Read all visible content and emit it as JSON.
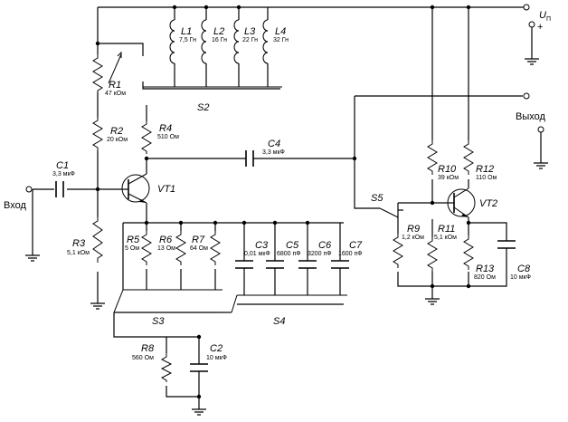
{
  "labels": {
    "supply": "U",
    "supply_sub": "П",
    "supply_plus": "+",
    "input": "Вход",
    "output": "Выход"
  },
  "components": {
    "R1": {
      "ref": "R1",
      "value": "47 кОм"
    },
    "R2": {
      "ref": "R2",
      "value": "20 кОм"
    },
    "R3": {
      "ref": "R3",
      "value": "5,1 кОм"
    },
    "R4": {
      "ref": "R4",
      "value": "510 Ом"
    },
    "R5": {
      "ref": "R5",
      "value": "5 Ом"
    },
    "R6": {
      "ref": "R6",
      "value": "13 Ом"
    },
    "R7": {
      "ref": "R7",
      "value": "64 Ом"
    },
    "R8": {
      "ref": "R8",
      "value": "560 Ом"
    },
    "R9": {
      "ref": "R9",
      "value": "1,2 кОм"
    },
    "R10": {
      "ref": "R10",
      "value": "39 кОм"
    },
    "R11": {
      "ref": "R11",
      "value": "5,1 кОм"
    },
    "R12": {
      "ref": "R12",
      "value": "110 Ом"
    },
    "R13": {
      "ref": "R13",
      "value": "820 Ом"
    },
    "C1": {
      "ref": "C1",
      "value": "3,3 мкФ"
    },
    "C2": {
      "ref": "C2",
      "value": "10 мкФ"
    },
    "C3": {
      "ref": "C3",
      "value": "0,01 мкФ"
    },
    "C4": {
      "ref": "C4",
      "value": "3,3 мкФ"
    },
    "C5": {
      "ref": "C5",
      "value": "6800 пФ"
    },
    "C6": {
      "ref": "C6",
      "value": "3200 пФ"
    },
    "C7": {
      "ref": "C7",
      "value": "1600 пФ"
    },
    "C8": {
      "ref": "C8",
      "value": "10 мкФ"
    },
    "L1": {
      "ref": "L1",
      "value": "7,5 Гн"
    },
    "L2": {
      "ref": "L2",
      "value": "16 Гн"
    },
    "L3": {
      "ref": "L3",
      "value": "22 Гн"
    },
    "L4": {
      "ref": "L4",
      "value": "32 Гн"
    },
    "VT1": {
      "ref": "VT1"
    },
    "VT2": {
      "ref": "VT2"
    }
  },
  "switches": {
    "S2": "S2",
    "S3": "S3",
    "S4": "S4",
    "S5": "S5"
  }
}
